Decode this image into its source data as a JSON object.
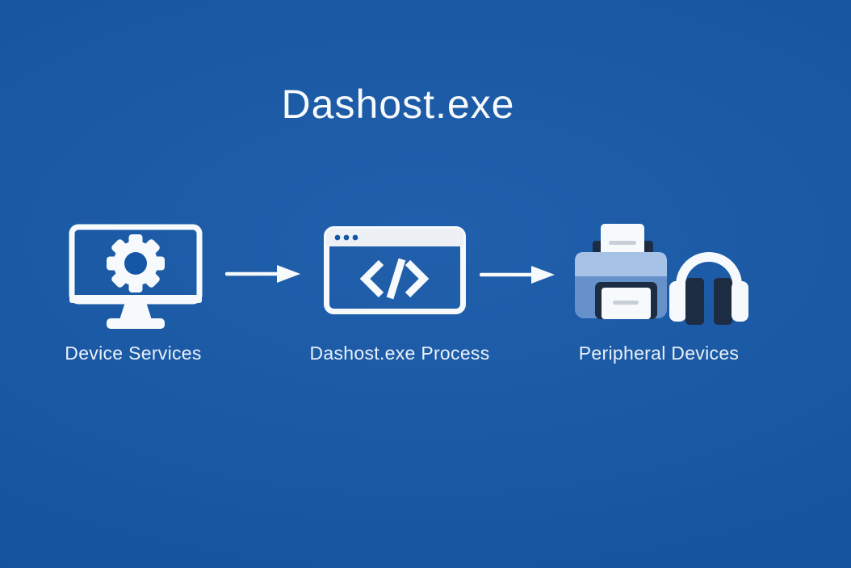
{
  "title": "Dashost.exe",
  "nodes": [
    {
      "id": "device-services",
      "label": "Device Services",
      "icon": "monitor-gear-icon"
    },
    {
      "id": "dashost-process",
      "label": "Dashost.exe Process",
      "icon": "browser-code-icon"
    },
    {
      "id": "peripheral-devices",
      "label": "Peripheral Devices",
      "icon": "printer-headphones-icon"
    }
  ],
  "connectors": [
    {
      "from": "device-services",
      "to": "dashost-process",
      "shape": "right-arrow"
    },
    {
      "from": "dashost-process",
      "to": "peripheral-devices",
      "shape": "right-arrow"
    }
  ],
  "theme": {
    "bg": "#1557a7",
    "white": "#f7fafc",
    "label": "#e9f0f8",
    "titlebar": "#edf1f6",
    "dark": "#1c2c42",
    "printer-light": "#a6c3e7",
    "printer-med": "#6791cb",
    "paper-line": "#c9cfd8"
  }
}
